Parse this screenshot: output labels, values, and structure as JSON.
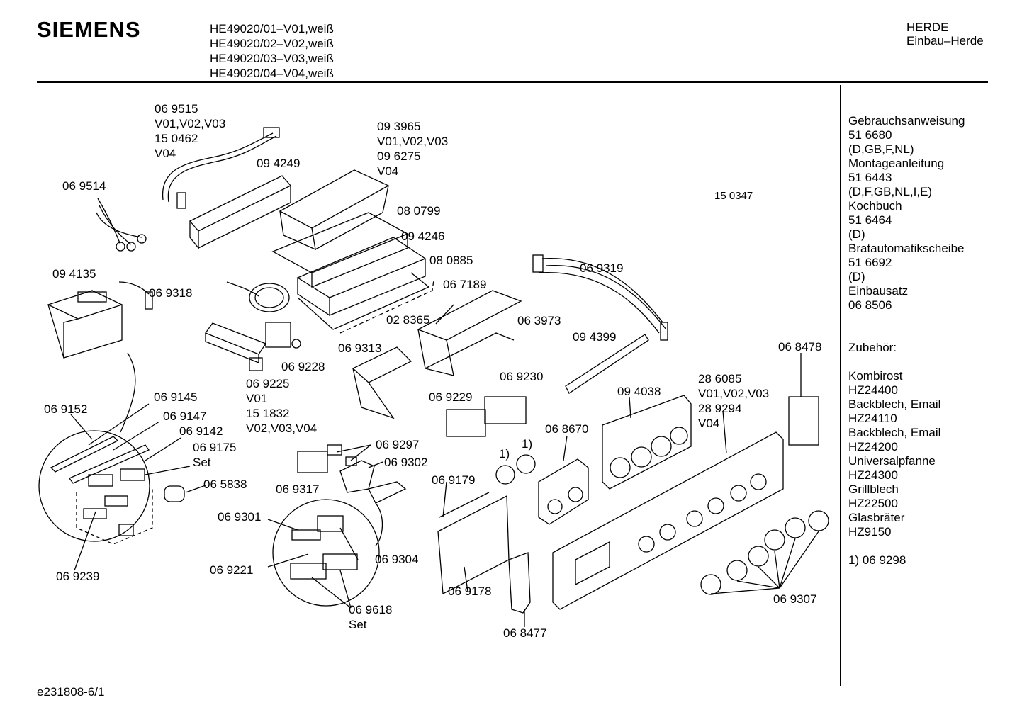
{
  "header": {
    "brand": "SIEMENS",
    "models": [
      "HE49020/01–V01,weiß",
      "HE49020/02–V02,weiß",
      "HE49020/03–V03,weiß",
      "HE49020/04–V04,weiß"
    ],
    "category": "HERDE",
    "subcategory": "Einbau–Herde"
  },
  "sidebar": {
    "docs": [
      "Gebrauchsanweisung",
      "51 6680",
      "(D,GB,F,NL)",
      "Montageanleitung",
      "51 6443",
      "(D,F,GB,NL,I,E)",
      "Kochbuch",
      "51 6464",
      "(D)",
      "Bratautomatikscheibe",
      "51 6692",
      "(D)",
      "Einbausatz",
      "06 8506"
    ],
    "accessories_title": "Zubehör:",
    "accessories": [
      "Kombirost",
      "HZ24400",
      "Backblech, Email",
      "HZ24110",
      "Backblech, Email",
      "HZ24200",
      "Universalpfanne",
      "HZ24300",
      "Grillblech",
      "HZ22500",
      "Glasbräter",
      "HZ9150"
    ],
    "footnote": "1) 06 9298"
  },
  "footer": {
    "doc_id": "e231808-6/1"
  },
  "parts": {
    "p069515": [
      "06 9515",
      "V01,V02,V03",
      "15 0462",
      "V04"
    ],
    "p093965": [
      "09 3965",
      "V01,V02,V03",
      "09 6275",
      "V04"
    ],
    "p094249": "09 4249",
    "p069514": "06 9514",
    "p080799": "08 0799",
    "p094246": "09 4246",
    "p080885": "08 0885",
    "p150347": "15 0347",
    "p069319": "06 9319",
    "p094135": "09 4135",
    "p069318": "06 9318",
    "p067189": "06 7189",
    "p028365": "02 8365",
    "p063973": "06 3973",
    "p069313": "06 9313",
    "p094399": "09 4399",
    "p069228": "06 9228",
    "p069225": [
      "06 9225",
      "V01",
      "15 1832",
      "V02,V03,V04"
    ],
    "p068478": "06 8478",
    "p069230": "06 9230",
    "p286085": [
      "28 6085",
      "V01,V02,V03",
      "28 9294",
      "V04"
    ],
    "p069145": "06 9145",
    "p069152": "06 9152",
    "p069147": "06 9147",
    "p069229": "06 9229",
    "p094038": "09 4038",
    "p069142": "06 9142",
    "p069175": [
      "06 9175",
      "Set"
    ],
    "p068670": "06 8670",
    "p069297": "06 9297",
    "p069302": "06 9302",
    "fn1a": "1)",
    "fn1b": "1)",
    "p065838": "06 5838",
    "p069317": "06 9317",
    "p069179": "06 9179",
    "p069301": "06 9301",
    "p069304": "06 9304",
    "p069221": "06 9221",
    "p069239": "06 9239",
    "p069178": "06 9178",
    "p069618": [
      "06 9618",
      "Set"
    ],
    "p069307": "06 9307",
    "p068477": "06 8477"
  }
}
